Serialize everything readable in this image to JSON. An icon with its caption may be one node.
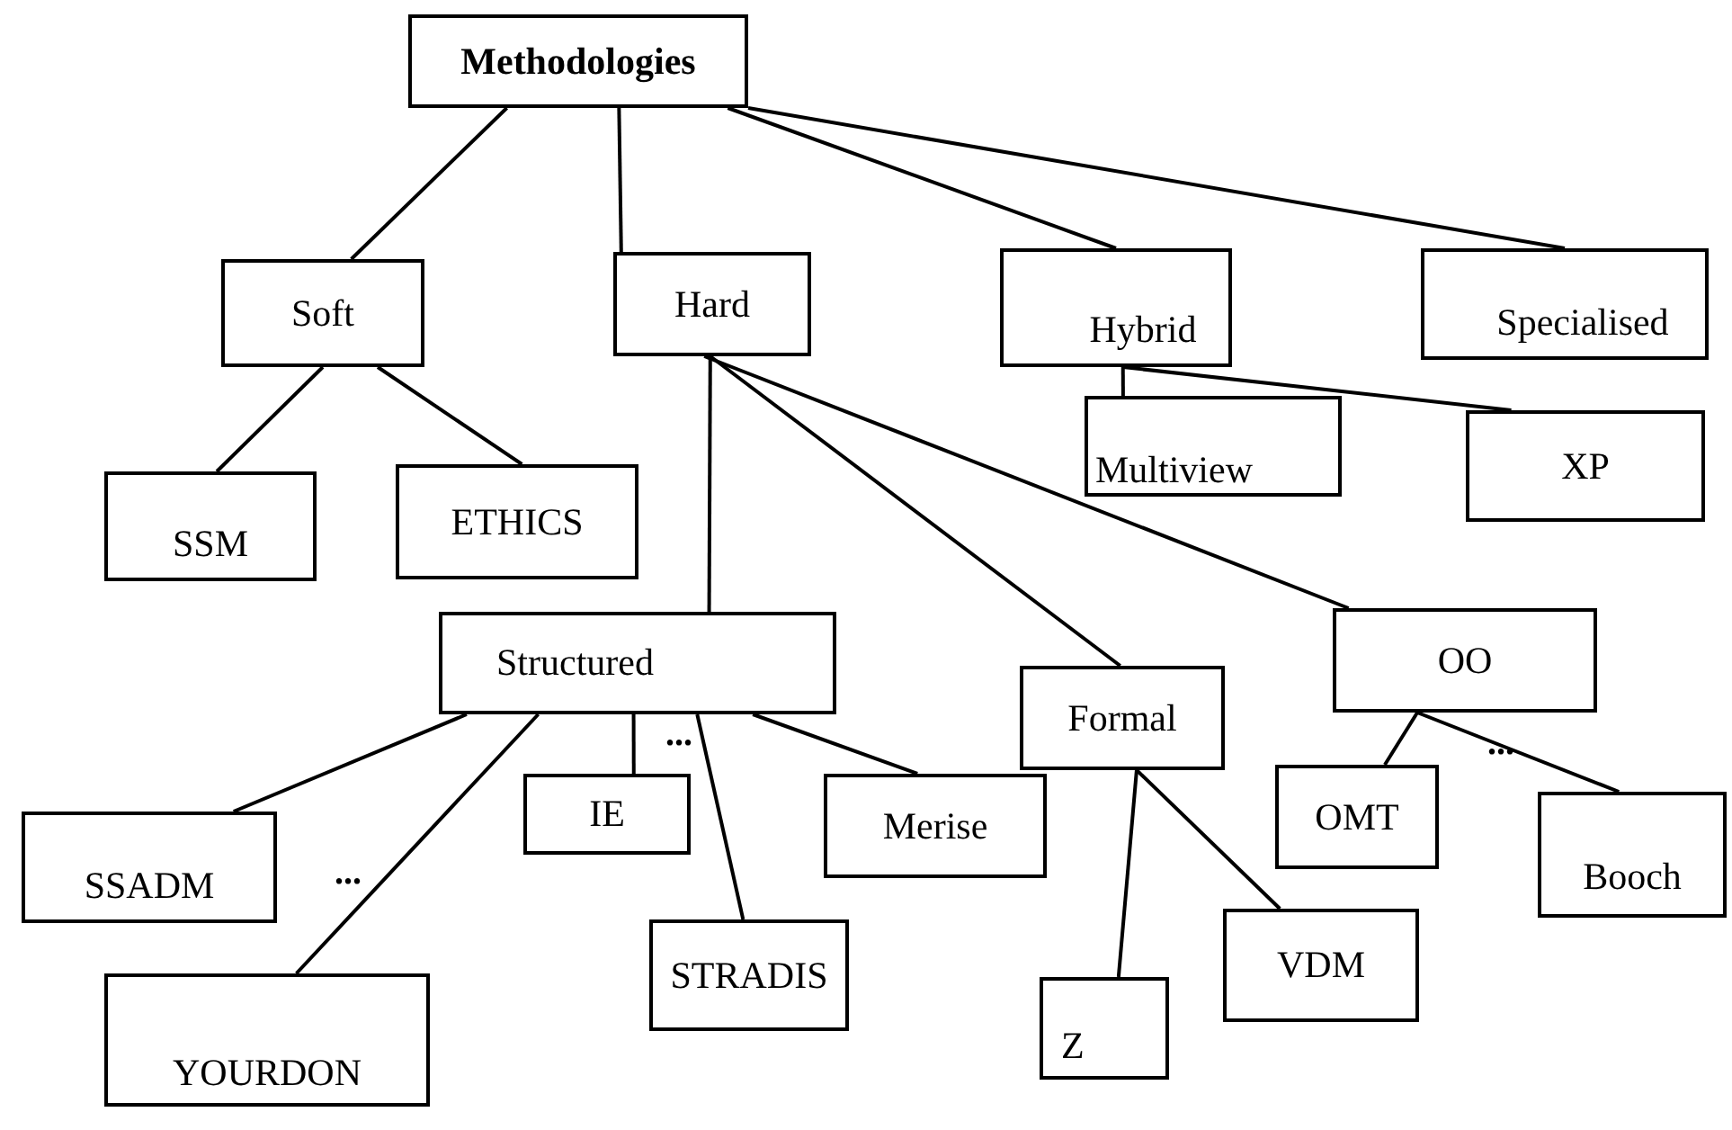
{
  "diagram": {
    "nodes": [
      {
        "text": [
          "Methodologies"
        ]
      },
      {
        "text": [
          "Soft"
        ]
      },
      {
        "text": [
          "Hard"
        ]
      },
      {
        "text": [
          "Hybrid"
        ]
      },
      {
        "text": [
          "Specialised"
        ]
      },
      {
        "text": [
          "SSM"
        ]
      },
      {
        "text": [
          "ETHICS"
        ]
      },
      {
        "text": [
          "Multiview"
        ]
      },
      {
        "text": [
          "XP"
        ]
      },
      {
        "text": [
          "Structured"
        ]
      },
      {
        "text": [
          "Formal"
        ]
      },
      {
        "text": [
          "OO"
        ]
      },
      {
        "text": [
          "SSADM"
        ]
      },
      {
        "text": [
          "IE"
        ]
      },
      {
        "text": [
          "Merise"
        ]
      },
      {
        "text": [
          "OMT"
        ]
      },
      {
        "text": [
          "Booch"
        ]
      },
      {
        "text": [
          "YOURDON"
        ]
      },
      {
        "text": [
          "STRADIS"
        ]
      },
      {
        "text": [
          "Z"
        ]
      },
      {
        "text": [
          "VDM"
        ]
      }
    ],
    "edges": [
      {
        "from": 0,
        "to": 1,
        "arrow": "none"
      },
      {
        "from": 0,
        "to": 2,
        "arrow": "none"
      },
      {
        "from": 0,
        "to": 3,
        "arrow": "none"
      },
      {
        "from": 0,
        "to": 4,
        "arrow": "none"
      },
      {
        "from": 1,
        "to": 5,
        "arrow": "none"
      },
      {
        "from": 1,
        "to": 6,
        "arrow": "none"
      },
      {
        "from": 2,
        "to": 9,
        "arrow": "none"
      },
      {
        "from": 2,
        "to": 10,
        "arrow": "none"
      },
      {
        "from": 2,
        "to": 11,
        "arrow": "none"
      },
      {
        "from": 3,
        "to": 7,
        "arrow": "none"
      },
      {
        "from": 3,
        "to": 8,
        "arrow": "none"
      },
      {
        "from": 9,
        "to": 12,
        "arrow": "none"
      },
      {
        "from": 9,
        "to": 17,
        "arrow": "none"
      },
      {
        "from": 9,
        "to": 13,
        "arrow": "none"
      },
      {
        "from": 9,
        "to": 18,
        "arrow": "none"
      },
      {
        "from": 9,
        "to": 14,
        "arrow": "none"
      },
      {
        "from": 10,
        "to": 19,
        "arrow": "none"
      },
      {
        "from": 10,
        "to": 20,
        "arrow": "none"
      },
      {
        "from": 11,
        "to": 15,
        "arrow": "none"
      },
      {
        "from": 11,
        "to": 16,
        "arrow": "none"
      }
    ],
    "labels": [
      "...",
      "...",
      "..."
    ]
  }
}
